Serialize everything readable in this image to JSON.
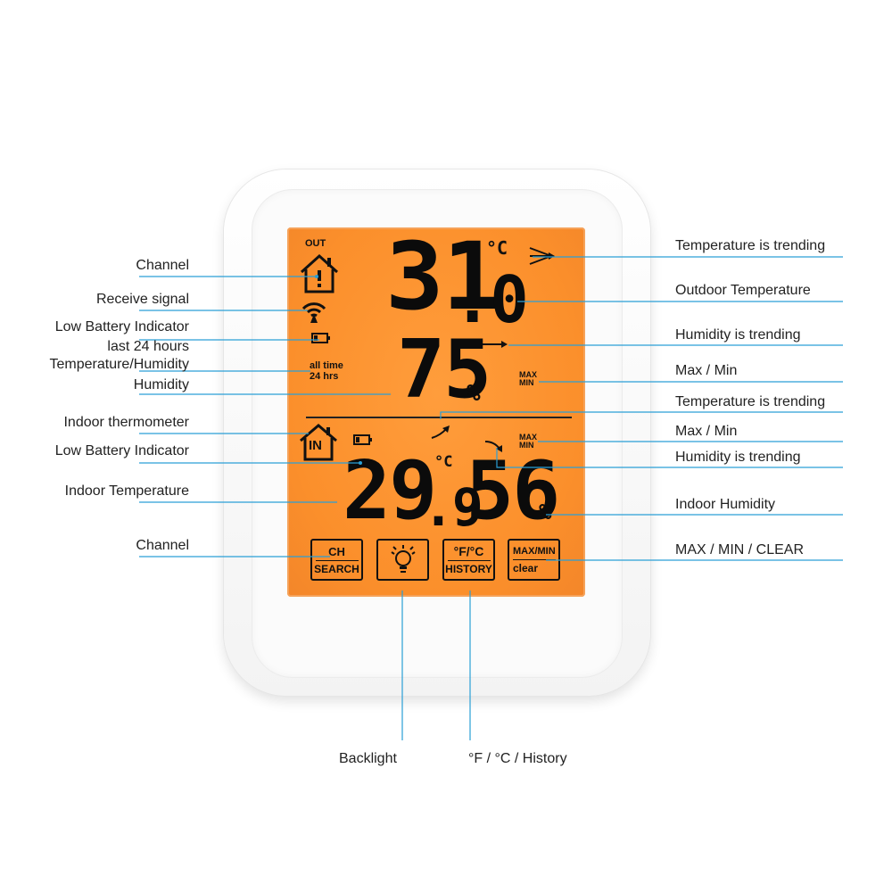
{
  "lcd": {
    "out_label": "OUT",
    "outdoor_temp_int": "31",
    "outdoor_temp_dec": ".0",
    "temp_unit": "°C",
    "outdoor_humidity": "75",
    "percent": "%",
    "all_time": "all time",
    "hrs24": "24 hrs",
    "max": "MAX",
    "min": "MIN",
    "in_label": "IN",
    "indoor_temp_int": "29",
    "indoor_temp_dec": ".9",
    "indoor_humidity": "56",
    "buttons": {
      "ch_top": "CH",
      "ch_bottom": "SEARCH",
      "unit_top": "°F/°C",
      "unit_bottom": "HISTORY",
      "maxmin_top": "MAX/MIN",
      "maxmin_bottom": "clear"
    }
  },
  "labels_left": {
    "channel_top": "Channel",
    "receive_signal": "Receive signal",
    "low_battery_1": "Low Battery Indicator",
    "last_24_hours": "last 24 hours",
    "temp_humidity": "Temperature/Humidity",
    "humidity": "Humidity",
    "indoor_thermometer": "Indoor thermometer",
    "low_battery_2": "Low Battery Indicator",
    "indoor_temperature": "Indoor Temperature",
    "channel_bottom": "Channel"
  },
  "labels_right": {
    "temp_trending_1": "Temperature is trending",
    "outdoor_temperature": "Outdoor Temperature",
    "humidity_trending_1": "Humidity is trending",
    "max_min_1": "Max / Min",
    "temp_trending_2": "Temperature is trending",
    "max_min_2": "Max / Min",
    "humidity_trending_2": "Humidity is trending",
    "indoor_humidity": "Indoor Humidity",
    "max_min_clear": "MAX / MIN / CLEAR"
  },
  "labels_bottom": {
    "backlight": "Backlight",
    "f_c_history": "°F / °C / History"
  },
  "colors": {
    "leader_line": "#2a9fd6",
    "lcd": "#fb8f2b",
    "segment": "#0b0b0b"
  },
  "icons": [
    "house-out-icon",
    "signal-icon",
    "battery-icon",
    "house-in-icon",
    "trend-arrow-icon",
    "bulb-icon"
  ]
}
